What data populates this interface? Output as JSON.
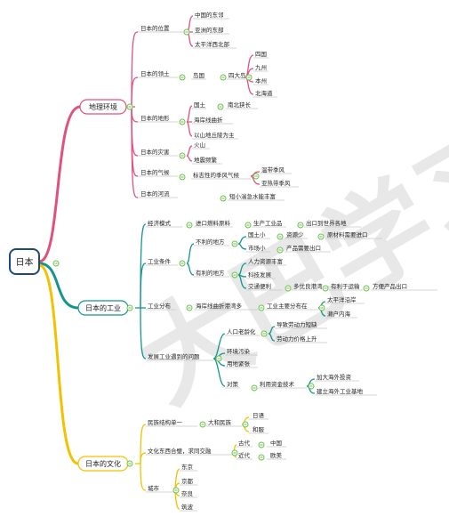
{
  "root": "日本",
  "watermark": "大巴学习",
  "colors": {
    "geo": "#e0527d",
    "ind": "#15958f",
    "cul": "#f2c200",
    "toggle": "#6cc04a",
    "line": "#c9c9c9"
  },
  "geography": {
    "title": "地理环境",
    "position": {
      "label": "日本的位置",
      "items": [
        "中国的东邻",
        "亚洲的东部",
        "太平洋西北部"
      ]
    },
    "territory": {
      "label": "日本的领土",
      "type": "岛国",
      "count": "四大岛",
      "islands": [
        "四国",
        "九州",
        "本州",
        "北海道"
      ]
    },
    "terrain": {
      "label": "日本的地形",
      "shape": "国土",
      "shape_desc": "南北狭长",
      "coast": "海岸线曲折",
      "relief": "以山地丘陵为主"
    },
    "disasters": {
      "label": "日本的灾害",
      "items": [
        "火山",
        "地震频繁"
      ]
    },
    "climate": {
      "label": "日本的气候",
      "feature": "标志性的季风气候",
      "types": [
        "温带季风",
        "亚热带季风"
      ]
    },
    "rivers": {
      "label": "日本的河流",
      "desc": "短小湍急水能丰富"
    }
  },
  "industry": {
    "title": "日本的工业",
    "mode": {
      "label": "经济模式",
      "steps": [
        "进口燃料原料",
        "生产工业品",
        "出口到世界各地"
      ]
    },
    "conditions": {
      "label": "工业条件",
      "bad": {
        "label": "不利的地方",
        "land": "国土小",
        "resources": "资源少",
        "resources_result": "原材料需要进口",
        "market": "市场小",
        "market_result": "产品需要出口"
      },
      "good": {
        "label": "有利的地方",
        "items": [
          "人力资源丰富",
          "科技发展"
        ],
        "transport": "交通便利",
        "harbor": "多优良港湾",
        "sea": "有利于运输",
        "export": "方便产品出口"
      }
    },
    "distribution": {
      "label": "工业分布",
      "desc": "海岸线曲折港湾多",
      "main": "工业主要分布在",
      "regions": [
        "太平洋沿岸",
        "濑户内海"
      ]
    },
    "problems": {
      "label": "发展工业遇到的问题",
      "aging": "人口老龄化",
      "aging_results": [
        "导致劳动力短缺",
        "劳动力价格上升"
      ],
      "pollution": "环境污染",
      "land": "用地紧张",
      "policy": "对策",
      "policy_desc": "利用资金技术",
      "policy_results": [
        "加大海外投资",
        "建立海外工业基地"
      ]
    }
  },
  "culture": {
    "title": "日本的文化",
    "ethnic": {
      "label": "民族结构单一",
      "people": "大和民族",
      "items": [
        "日语",
        "和服"
      ]
    },
    "blend": {
      "label": "文化东西合璧，求同交融",
      "ancient": "古代",
      "ancient_src": "中国",
      "modern": "近代",
      "modern_src": "欧美"
    },
    "cities": {
      "label": "城市",
      "items": [
        "东京",
        "京都",
        "奈良",
        "筑波"
      ]
    }
  }
}
